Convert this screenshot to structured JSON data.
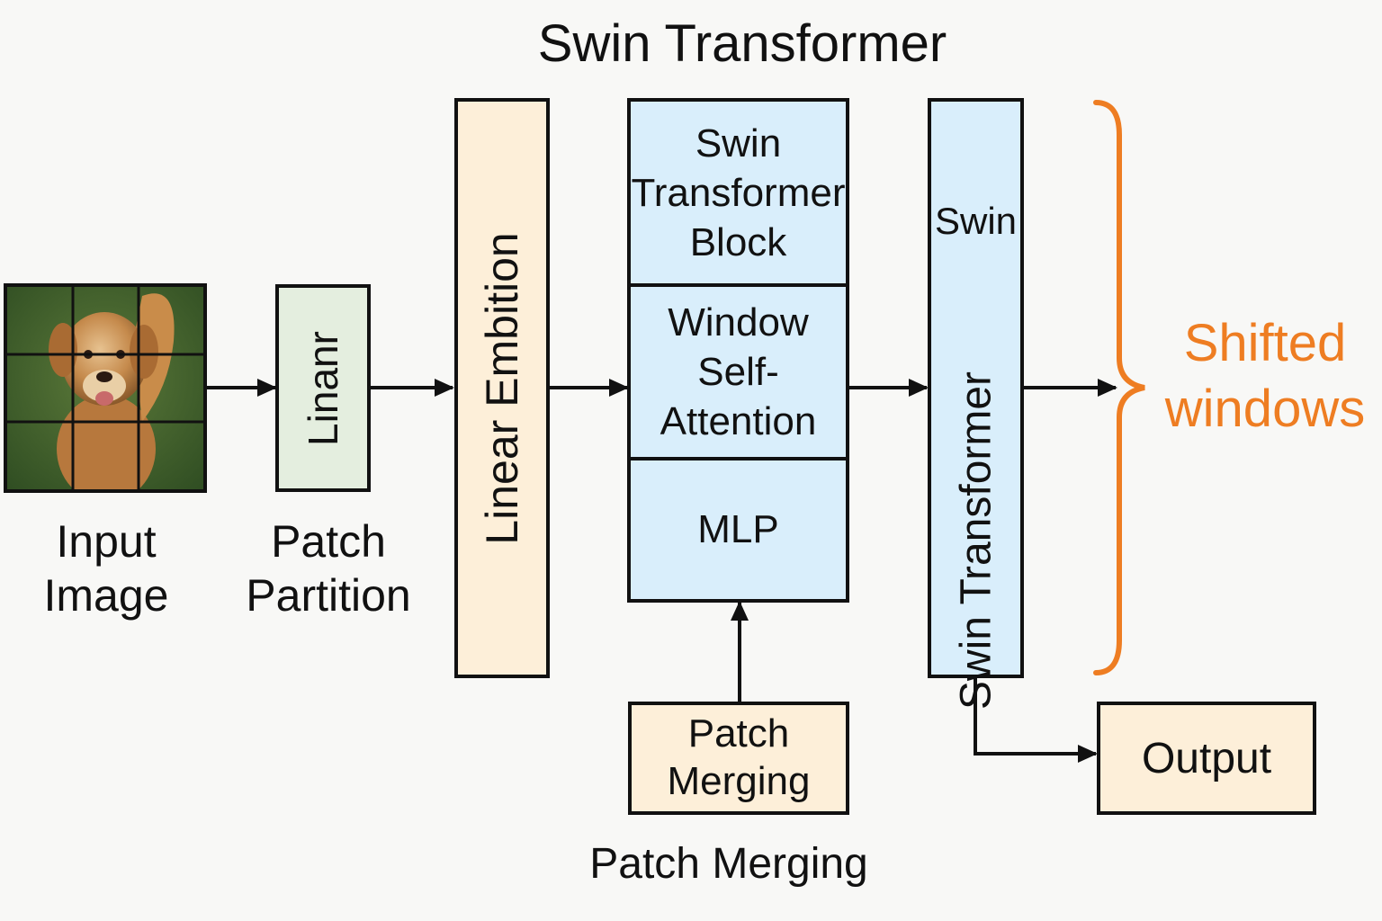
{
  "title": "Swin Transformer",
  "input": {
    "label_line1": "Input",
    "label_line2": "Image"
  },
  "patch_partition": {
    "box_text": "Linanr",
    "label_line1": "Patch",
    "label_line2": "Partition"
  },
  "linear_embedding": {
    "text": "Linear Embition"
  },
  "block_stack": {
    "header_line1": "Swin",
    "header_line2": "Transformer",
    "header_line3": "Block",
    "attention_line1": "Window",
    "attention_line2": "Self-",
    "attention_line3": "Attention",
    "mlp": "MLP"
  },
  "patch_merging_box": {
    "line1": "Patch",
    "line2": "Merging"
  },
  "patch_merging_caption": "Patch Merging",
  "swin_tall": {
    "top_word": "Swin",
    "vertical_text": "Swin Transformer"
  },
  "shifted": {
    "line1": "Shifted",
    "line2": "windows"
  },
  "output": "Output",
  "colors": {
    "green_box": "#e4eedf",
    "peach_box": "#fdefd9",
    "blue_box": "#d9eefb",
    "orange_accent": "#ee7d22",
    "line": "#111111"
  }
}
